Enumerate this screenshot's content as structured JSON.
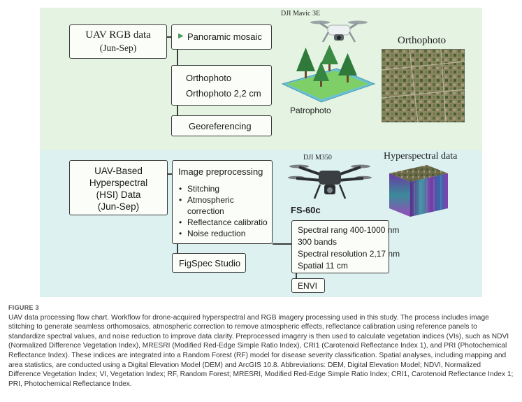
{
  "rgb_section": {
    "source_title": "UAV RGB data",
    "source_period": "(Jun-Sep)",
    "step_mosaic": "Panoramic mosaic",
    "step_ortho_title": "Orthophoto",
    "step_ortho_res": "Orthophoto 2,2 cm",
    "step_georef": "Georeferencing",
    "drone_label": "DJI Mavic 3E",
    "patrophoto_label": "Patrophoto",
    "orthophoto_label": "Orthophoto"
  },
  "hsi_section": {
    "source_lines": [
      "UAV-Based",
      "Hyperspectral",
      "(HSI) Data",
      "(Jun-Sep)"
    ],
    "preprocessing_title": "Image preprocessing",
    "preprocessing_steps": [
      "Stitching",
      "Atmospheric",
      "correction",
      "Reflectance calibratio",
      "Noise reduction"
    ],
    "software": "FigSpec Studio",
    "drone_label": "DJI M350",
    "sensor_label": "FS-60c",
    "hyperspectral_label": "Hyperspectral data",
    "specs": [
      "Spectral rang 400-1000 nm",
      "300 bands",
      "Spectral resolution 2,17 nm",
      "Spatial 11 cm"
    ],
    "envi": "ENVI"
  },
  "caption": {
    "figure_label": "FIGURE 3",
    "text": "UAV data processing flow chart. Workflow for drone-acquired hyperspectral and RGB imagery processing used in this study. The process includes image stitching to generate seamless orthomosaics, atmospheric correction to remove atmospheric effects, reflectance calibration using reference panels to standardize spectral values, and noise reduction to improve data clarity. Preprocessed imagery is then used to calculate vegetation indices (VIs), such as NDVI (Normalized Difference Vegetation Index), MRESRI (Modified Red-Edge Simple Ratio Index), CRI1 (Carotenoid Reflectance Index 1), and PRI (Photochemical Reflectance Index). These indices are integrated into a Random Forest (RF) model for disease severity classification. Spatial analyses, including mapping and area statistics, are conducted using a Digital Elevation Model (DEM) and ArcGIS 10.8. Abbreviations: DEM, Digital Elevation Model; NDVI, Normalized Difference Vegetation Index; VI, Vegetation Index; RF, Random Forest; MRESRI, Modified Red-Edge Simple Ratio Index; CRI1, Carotenoid Reflectance Index 1; PRI, Photochemical Reflectance Index."
  },
  "colors": {
    "rgb_panel": "#e5f4e2",
    "hsi_panel": "#dcf1f0",
    "box_border": "#3a3a3a",
    "arrow_green": "#4e9a5a"
  },
  "icons": [
    "play-arrow-icon",
    "drone-icon",
    "tree-icon",
    "orthophoto-image",
    "hyperspectral-cube-image"
  ]
}
